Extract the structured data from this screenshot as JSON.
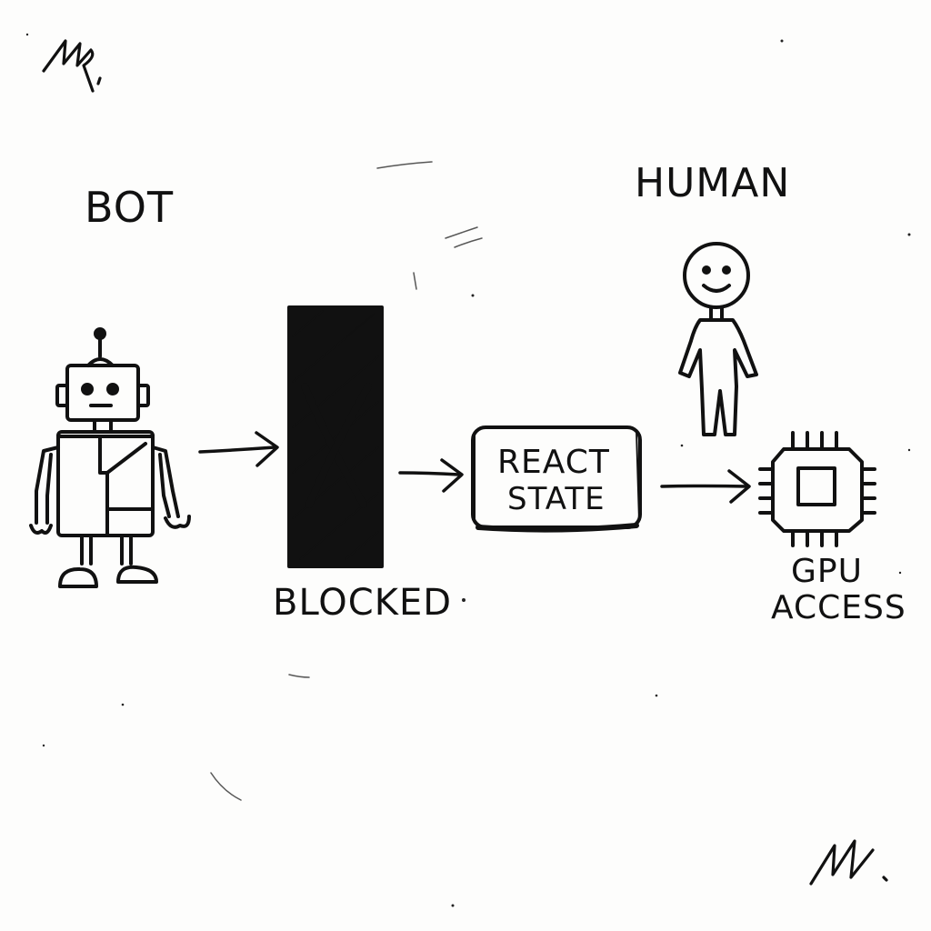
{
  "labels": {
    "bot": "BOT",
    "human": "HUMAN",
    "blocked": "BLOCKED",
    "react_state_line1": "REACT",
    "react_state_line2": "STATE",
    "gpu_line1": "GPU",
    "gpu_line2": "ACCESS"
  },
  "nodes": [
    {
      "id": "bot",
      "label": "BOT",
      "icon": "robot-icon"
    },
    {
      "id": "blocked",
      "label": "BLOCKED",
      "icon": "blocked-barrier-icon"
    },
    {
      "id": "react-state",
      "label": "REACT STATE",
      "icon": "rounded-box"
    },
    {
      "id": "gpu",
      "label": "GPU ACCESS",
      "icon": "chip-icon"
    },
    {
      "id": "human",
      "label": "HUMAN",
      "icon": "stick-figure-icon"
    }
  ],
  "edges": [
    {
      "from": "bot",
      "to": "blocked"
    },
    {
      "from": "blocked",
      "to": "react-state"
    },
    {
      "from": "react-state",
      "to": "gpu"
    }
  ],
  "colors": {
    "ink": "#111111",
    "paper": "#fdfdfc"
  }
}
